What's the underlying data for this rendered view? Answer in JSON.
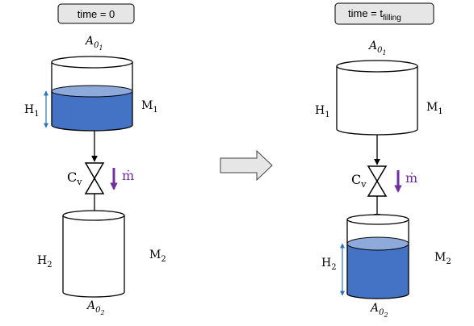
{
  "panels": {
    "before": {
      "time_label": "time = 0",
      "top_area_main": "A",
      "top_area_sub": "0",
      "top_area_subsub": "1",
      "h1_main": "H",
      "h1_sub": "1",
      "m1_main": "M",
      "m1_sub": "1",
      "valve_main": "C",
      "valve_sub": "v",
      "flow_symbol": "ṁ",
      "h2_main": "H",
      "h2_sub": "2",
      "m2_main": "M",
      "m2_sub": "2",
      "bottom_area_main": "A",
      "bottom_area_sub": "0",
      "bottom_area_subsub": "2"
    },
    "after": {
      "time_label_main": "time = t",
      "time_label_sub": "filling",
      "top_area_main": "A",
      "top_area_sub": "0",
      "top_area_subsub": "1",
      "h1_main": "H",
      "h1_sub": "1",
      "m1_main": "M",
      "m1_sub": "1",
      "valve_main": "C",
      "valve_sub": "v",
      "flow_symbol": "ṁ",
      "h2_main": "H",
      "h2_sub": "2",
      "m2_main": "M",
      "m2_sub": "2",
      "bottom_area_main": "A",
      "bottom_area_sub": "0",
      "bottom_area_subsub": "2"
    }
  },
  "colors": {
    "water": "#4472c4",
    "water_top": "#8eaadb",
    "flow_arrow": "#7030a0",
    "height_arrow": "#2e75b6",
    "label_box": "#e7e6e6",
    "process_arrow": "#e7e6e6"
  }
}
